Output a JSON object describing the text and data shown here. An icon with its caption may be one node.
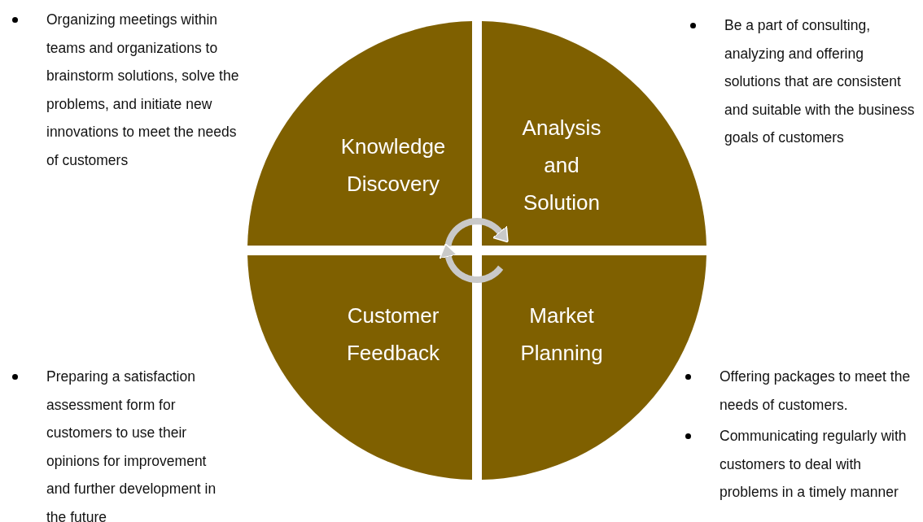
{
  "diagram": {
    "nodes": [
      {
        "text": [
          "Knowledge Discovery"
        ],
        "beside": [
          "Organizing meetings within teams and organizations to brainstorm solutions, solve the problems, and initiate new innovations to meet the needs of customers"
        ]
      },
      {
        "text": [
          "Analysis and Solution"
        ],
        "beside": [
          "Be a part of consulting, analyzing and offering solutions that are consistent and suitable with the business goals of customers"
        ]
      },
      {
        "text": [
          "Customer Feedback"
        ],
        "beside": [
          "Preparing a satisfaction assessment form for customers to use their opinions for improvement and further development in the future"
        ]
      },
      {
        "text": [
          "Market Planning"
        ],
        "beside": [
          "Offering packages to meet the needs of customers.",
          "Communicating regularly with customers to deal with problems in a timely manner"
        ]
      }
    ],
    "edges": [
      {
        "from": 0,
        "to": 1,
        "arrow": "to"
      },
      {
        "from": 3,
        "to": 2,
        "arrow": "to"
      }
    ]
  }
}
